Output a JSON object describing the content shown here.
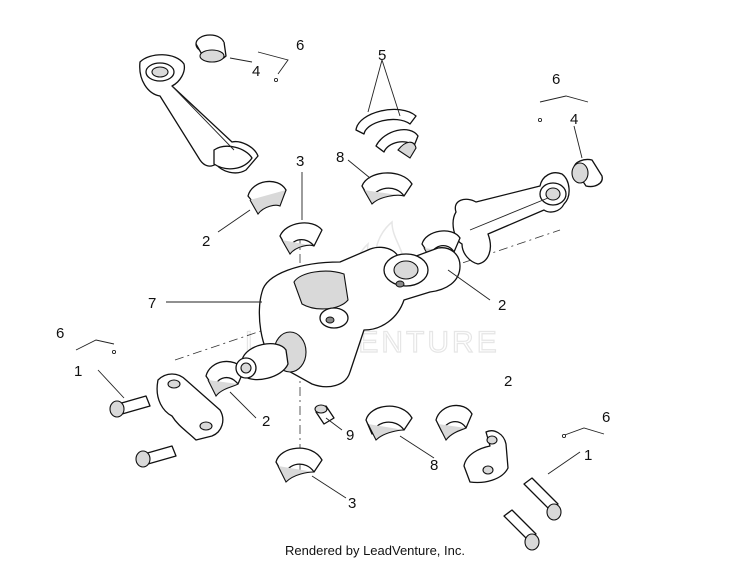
{
  "watermark": "LEADVENTURE",
  "footer": "Rendered by LeadVenture, Inc.",
  "callouts": [
    "6",
    "4",
    "5",
    "6",
    "4",
    "3",
    "8",
    "2",
    "2",
    "7",
    "6",
    "1",
    "2",
    "2",
    "9",
    "8",
    "3",
    "6",
    "1"
  ]
}
